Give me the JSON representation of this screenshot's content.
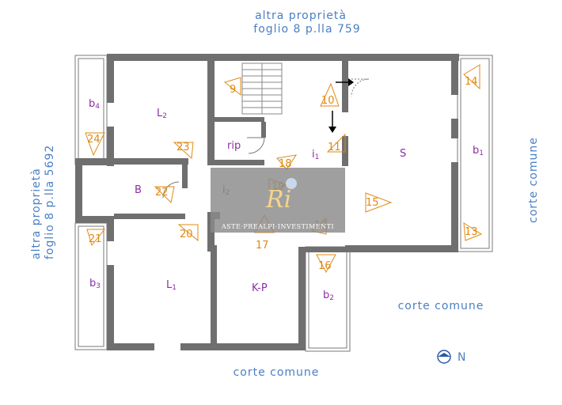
{
  "neighbors": {
    "top_line1": "altra proprietà",
    "top_line2": "foglio 8 p.lla 759",
    "left_line1": "altra proprietà",
    "left_line2": "foglio 8 p.lla 5692",
    "right_vertical": "corte comune",
    "bottom_right": "corte comune",
    "bottom_center": "corte comune"
  },
  "rooms": {
    "L2_main": "L",
    "L2_sub": "2",
    "B": "B",
    "L1_main": "L",
    "L1_sub": "1",
    "KP": "K-P",
    "S": "S",
    "i1_main": "i",
    "i1_sub": "1",
    "i2_main": "i",
    "i2_sub": "2",
    "rip": "rip",
    "b1_main": "b",
    "b1_sub": "1",
    "b2_main": "b",
    "b2_sub": "2",
    "b3_main": "b",
    "b3_sub": "3",
    "b4_main": "b",
    "b4_sub": "4"
  },
  "photo_points": [
    "9",
    "10",
    "11",
    "12",
    "13",
    "14",
    "15",
    "16",
    "17",
    "18",
    "19",
    "20",
    "21",
    "22",
    "23",
    "24"
  ],
  "compass": {
    "label": "N"
  },
  "watermark": {
    "text": "ASTE·PREALPI·INVESTIMENTI",
    "logo": "Ri"
  },
  "colors": {
    "wall": "#6f6f6f",
    "neighbor_text": "#4a7fc4",
    "room_text": "#8a2fa5",
    "photo_marker": "#e08a12"
  }
}
